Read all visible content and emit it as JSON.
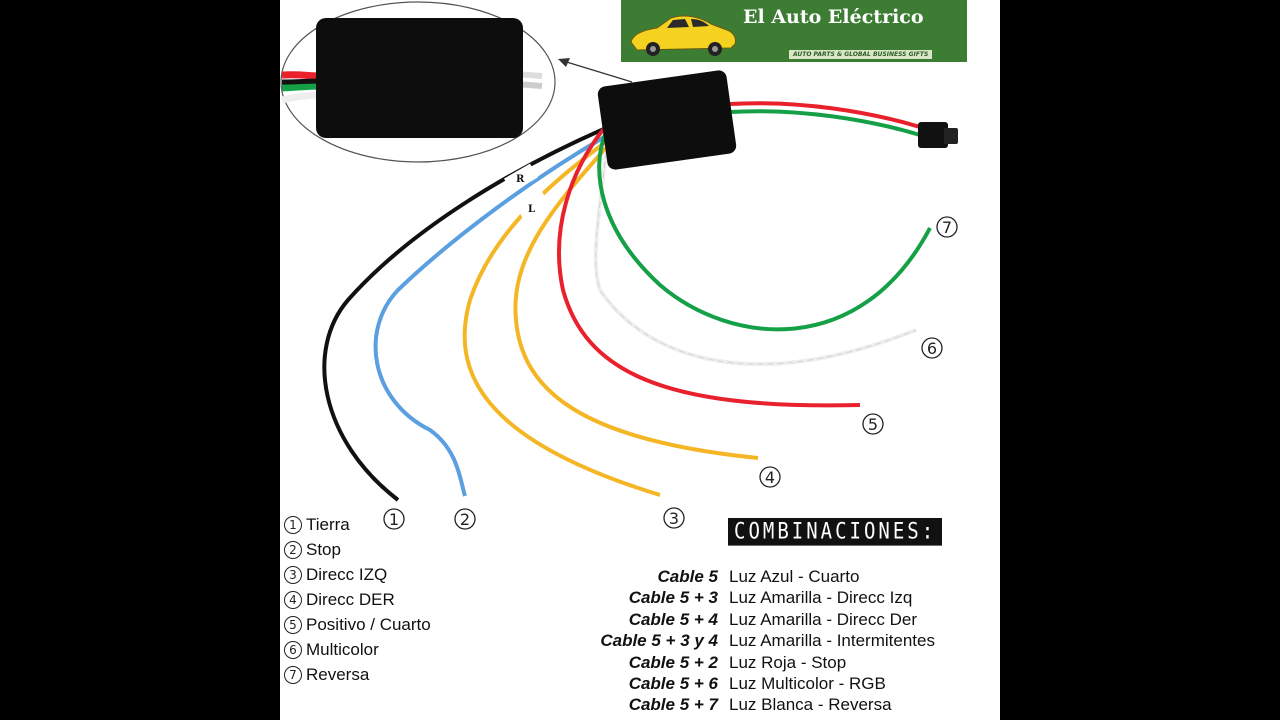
{
  "brand": {
    "title": "El Auto Eléctrico",
    "tagline": "AUTO PARTS & GLOBAL BUSINESS GIFTS"
  },
  "wire_tags": {
    "right": "R",
    "left": "L"
  },
  "wire_numbers": [
    "1",
    "2",
    "3",
    "4",
    "5",
    "6",
    "7"
  ],
  "legend": [
    {
      "num": "1",
      "label": "Tierra"
    },
    {
      "num": "2",
      "label": "Stop"
    },
    {
      "num": "3",
      "label": "Direcc IZQ"
    },
    {
      "num": "4",
      "label": "Direcc DER"
    },
    {
      "num": "5",
      "label": "Positivo / Cuarto"
    },
    {
      "num": "6",
      "label": "Multicolor"
    },
    {
      "num": "7",
      "label": "Reversa"
    }
  ],
  "combinations_title": "COMBINACIONES:",
  "combinations": [
    {
      "cable": "Cable 5",
      "desc": "Luz Azul - Cuarto"
    },
    {
      "cable": "Cable 5 + 3",
      "desc": "Luz Amarilla - Direcc Izq"
    },
    {
      "cable": "Cable 5 + 4",
      "desc": "Luz Amarilla - Direcc Der"
    },
    {
      "cable": "Cable 5 + 3 y 4",
      "desc": "Luz Amarilla - Intermitentes"
    },
    {
      "cable": "Cable 5 + 2",
      "desc": "Luz Roja - Stop"
    },
    {
      "cable": "Cable 5 + 6",
      "desc": "Luz Multicolor - RGB"
    },
    {
      "cable": "Cable 5 + 7",
      "desc": "Luz Blanca - Reversa"
    }
  ],
  "colors": {
    "brand_green": "#3d7d33",
    "wire_black": "#111111",
    "wire_blue": "#5a9fe0",
    "wire_yellow": "#f5b626",
    "wire_red": "#e8212d",
    "wire_white": "#eeeeee",
    "wire_green": "#15a048"
  }
}
